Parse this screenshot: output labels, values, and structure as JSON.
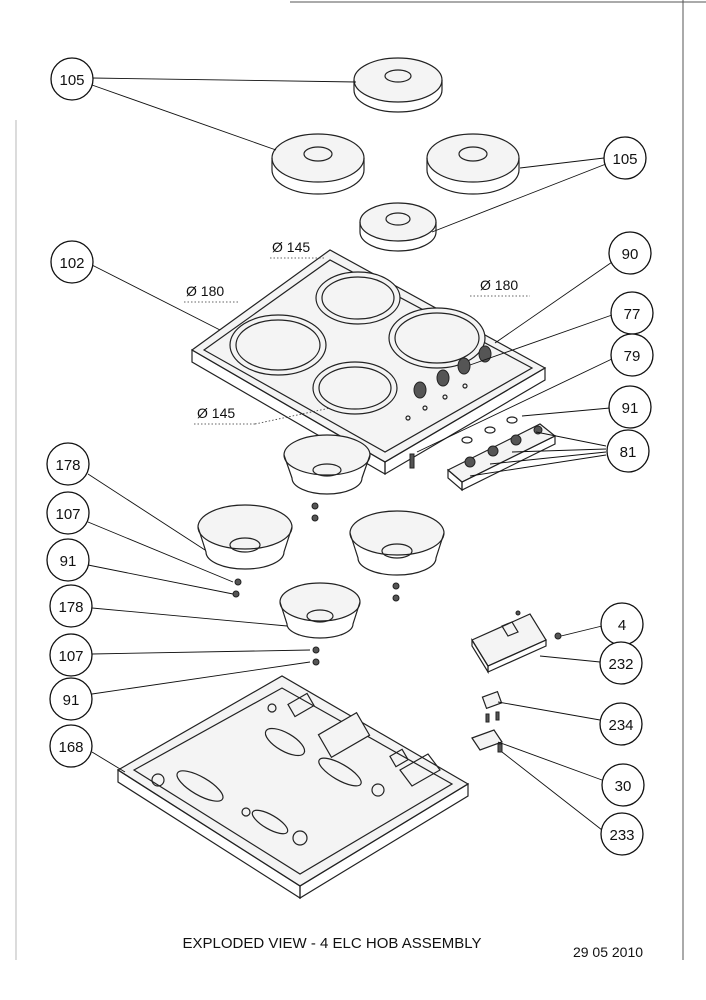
{
  "title": "EXPLODED VIEW - 4 ELC HOB ASSEMBLY",
  "date": "29 05 2010",
  "callouts": {
    "c105a": "105",
    "c105b": "105",
    "c102": "102",
    "c90": "90",
    "c77": "77",
    "c79": "79",
    "c91a": "91",
    "c81": "81",
    "c178a": "178",
    "c107a": "107",
    "c91b": "91",
    "c178b": "178",
    "c107b": "107",
    "c91c": "91",
    "c168": "168",
    "c4": "4",
    "c232": "232",
    "c234": "234",
    "c30": "30",
    "c233": "233"
  },
  "dimensions": {
    "d145_top": "Ø 145",
    "d180_left": "Ø 180",
    "d180_right": "Ø 180",
    "d145_bottom": "Ø 145"
  }
}
